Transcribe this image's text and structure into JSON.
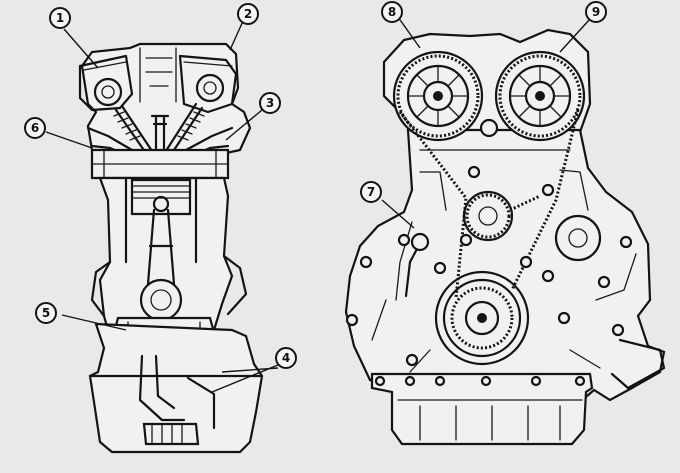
{
  "callouts": [
    {
      "id": "c1",
      "label": "1"
    },
    {
      "id": "c2",
      "label": "2"
    },
    {
      "id": "c3",
      "label": "3"
    },
    {
      "id": "c4",
      "label": "4"
    },
    {
      "id": "c5",
      "label": "5"
    },
    {
      "id": "c6",
      "label": "6"
    },
    {
      "id": "c7",
      "label": "7"
    },
    {
      "id": "c8",
      "label": "8"
    },
    {
      "id": "c9",
      "label": "9"
    }
  ],
  "colors": {
    "ink": "#141414",
    "paper": "#e9e9e9"
  }
}
